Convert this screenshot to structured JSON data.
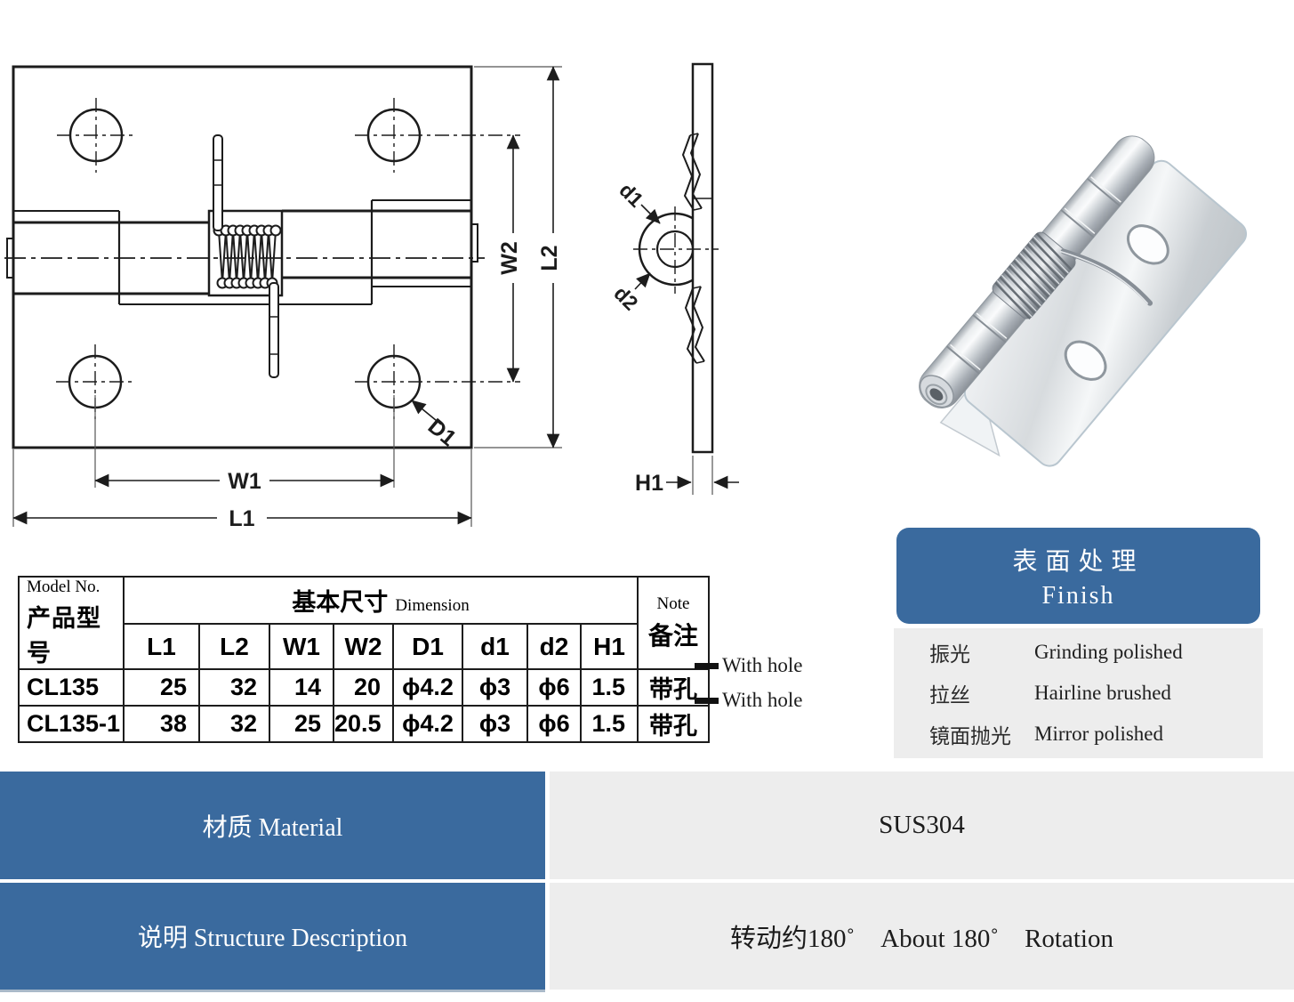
{
  "colors": {
    "accent_blue": "#3a6a9e",
    "panel_gray": "#ededed",
    "line_color": "#1c1c1c"
  },
  "drawing": {
    "front_view": {
      "labels": {
        "l1": "L1",
        "l2": "L2",
        "w1": "W1",
        "w2": "W2",
        "d1": "D1"
      }
    },
    "side_view": {
      "labels": {
        "d1": "d1",
        "d2": "d2",
        "h1": "H1"
      }
    }
  },
  "spec_table": {
    "header": {
      "model_no_en": "Model No.",
      "model_no_cn": "产品型号",
      "dimension_cn": "基本尺寸",
      "dimension_en": "Dimension",
      "note_en": "Note",
      "note_cn": "备注",
      "columns": [
        "L1",
        "L2",
        "W1",
        "W2",
        "D1",
        "d1",
        "d2",
        "H1"
      ]
    },
    "rows": [
      {
        "model": "CL135",
        "values": [
          "25",
          "32",
          "14",
          "20",
          "ϕ4.2",
          "ϕ3",
          "ϕ6",
          "1.5"
        ],
        "note": "带孔",
        "note_en": "With hole"
      },
      {
        "model": "CL135-1",
        "values": [
          "38",
          "32",
          "25",
          "20.5",
          "ϕ4.2",
          "ϕ3",
          "ϕ6",
          "1.5"
        ],
        "note": "带孔",
        "note_en": "With hole"
      }
    ]
  },
  "finish_panel": {
    "title_cn": "表面处理",
    "title_en": "Finish",
    "items": [
      {
        "cn": "振光",
        "en": "Grinding polished"
      },
      {
        "cn": "拉丝",
        "en": "Hairline brushed"
      },
      {
        "cn": "镜面抛光",
        "en": "Mirror polished"
      }
    ]
  },
  "info_rows": {
    "material_label": "材质 Material",
    "material_value": "SUS304",
    "description_label": "说明 Structure Description",
    "description_value": "转动约180˚    About 180˚    Rotation"
  }
}
